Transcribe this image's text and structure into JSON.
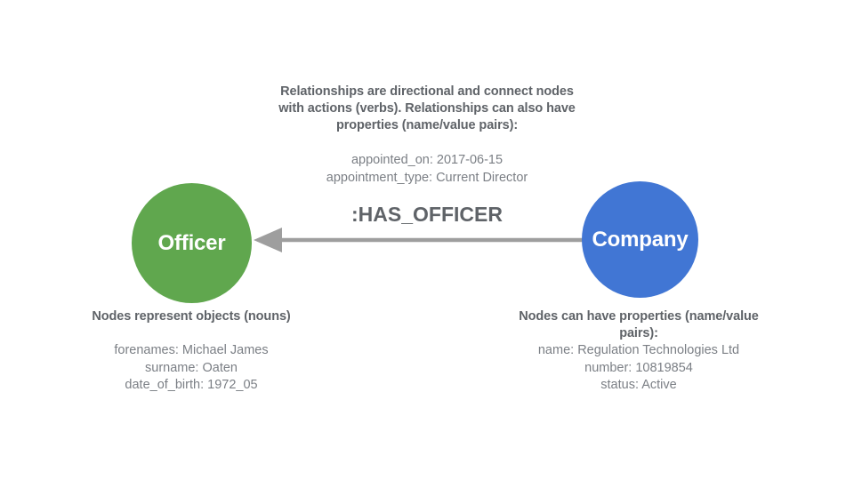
{
  "diagram": {
    "relationship": {
      "caption_lines": [
        "Relationships are directional and connect nodes",
        "with actions (verbs). Relationships can also have",
        "properties (name/value pairs):"
      ],
      "properties": [
        "appointed_on: 2017-06-15",
        "appointment_type: Current Director"
      ],
      "label": ":HAS_OFFICER",
      "direction": "right-to-left",
      "line_color": "#9e9e9e"
    },
    "nodes": [
      {
        "id": "officer",
        "label": "Officer",
        "color": "#60a74e",
        "caption": "Nodes represent objects (nouns)",
        "properties": [
          "forenames: Michael James",
          "surname: Oaten",
          "date_of_birth: 1972_05"
        ]
      },
      {
        "id": "company",
        "label": "Company",
        "color": "#4176d4",
        "caption": "Nodes can have properties (name/value pairs):",
        "properties": [
          "name: Regulation Technologies Ltd",
          "number: 10819854",
          "status: Active"
        ]
      }
    ],
    "text_colors": {
      "caption": "#5f6368",
      "properties": "#7b7f85",
      "node_label": "#ffffff"
    },
    "background": "#ffffff"
  }
}
